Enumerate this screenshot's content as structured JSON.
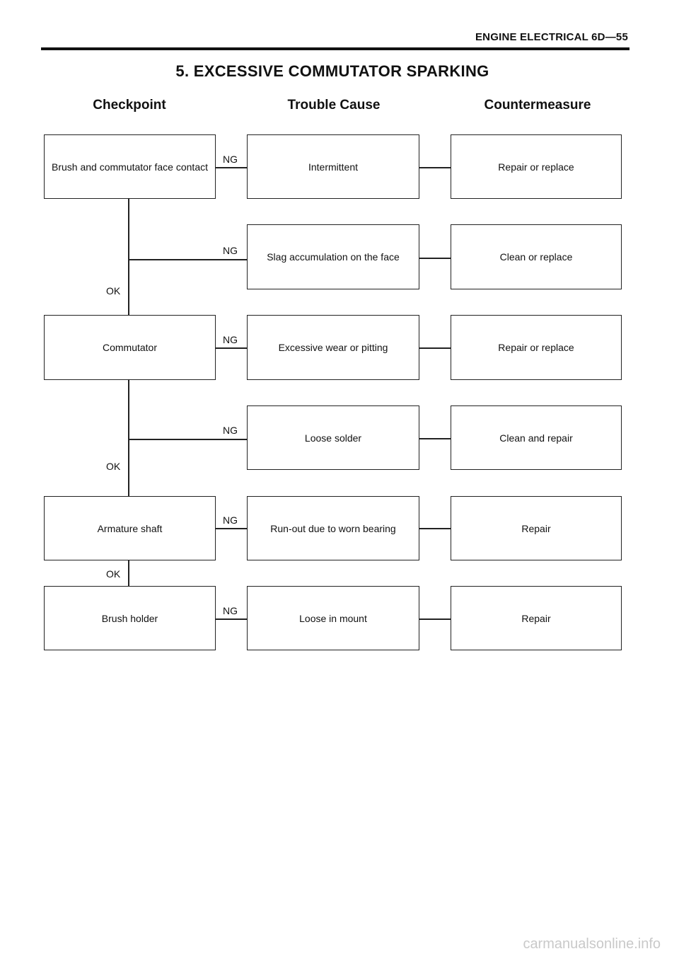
{
  "header": {
    "section": "ENGINE ELECTRICAL 6D—55"
  },
  "title": "5.  EXCESSIVE COMMUTATOR SPARKING",
  "columns": {
    "checkpoint": "Checkpoint",
    "cause": "Trouble Cause",
    "countermeasure": "Countermeasure"
  },
  "labels": {
    "ng": "NG",
    "ok": "OK"
  },
  "checkpoints": [
    "Brush and commutator face contact",
    "Commutator",
    "Armature shaft",
    "Brush holder"
  ],
  "causes": [
    "Intermittent",
    "Slag accumulation on the face",
    "Excessive wear or pitting",
    "Loose solder",
    "Run-out due to worn bearing",
    "Loose in mount"
  ],
  "countermeasures": [
    "Repair or replace",
    "Clean or replace",
    "Repair or replace",
    "Clean and repair",
    "Repair",
    "Repair"
  ],
  "footer": "carmanualsonline.info"
}
